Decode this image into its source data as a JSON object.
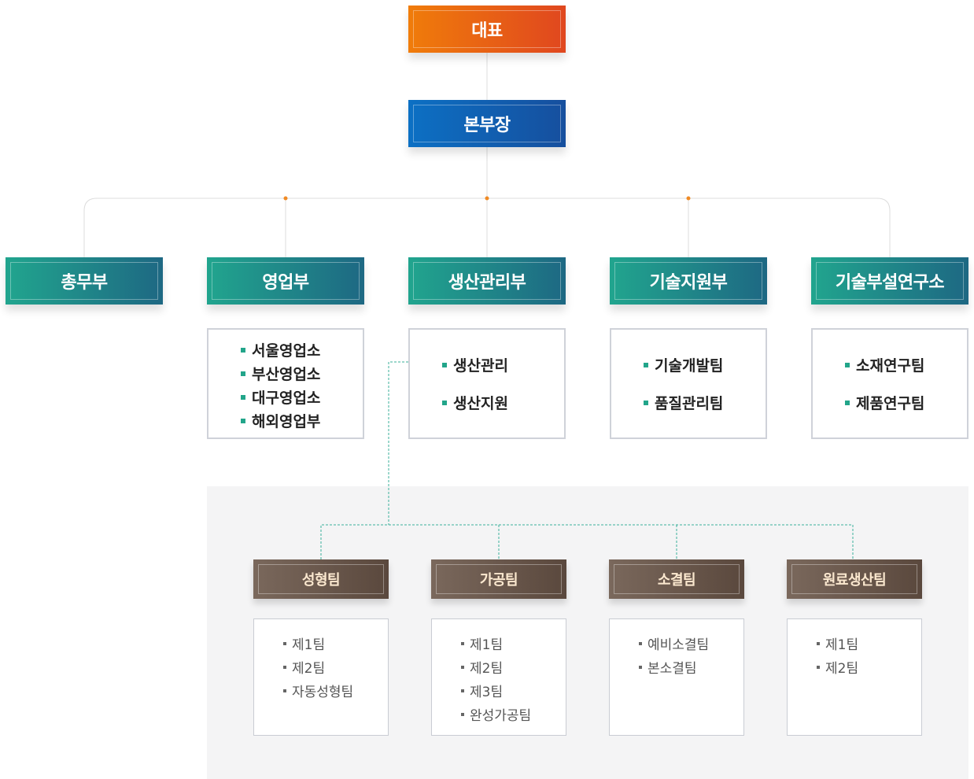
{
  "ceo": "대표",
  "hq": "본부장",
  "departments": [
    {
      "label": "총무부",
      "items": []
    },
    {
      "label": "영업부",
      "items": [
        "서울영업소",
        "부산영업소",
        "대구영업소",
        "해외영업부"
      ]
    },
    {
      "label": "생산관리부",
      "items": [
        "생산관리",
        "생산지원"
      ]
    },
    {
      "label": "기술지원부",
      "items": [
        "기술개발팀",
        "품질관리팀"
      ]
    },
    {
      "label": "기술부설연구소",
      "items": [
        "소재연구팀",
        "제품연구팀"
      ]
    }
  ],
  "teams": [
    {
      "label": "성형팀",
      "items": [
        "제1팀",
        "제2팀",
        "자동성형팀"
      ]
    },
    {
      "label": "가공팀",
      "items": [
        "제1팀",
        "제2팀",
        "제3팀",
        "완성가공팀"
      ]
    },
    {
      "label": "소결팀",
      "items": [
        "예비소결팀",
        "본소결팀"
      ]
    },
    {
      "label": "원료생산팀",
      "items": [
        "제1팀",
        "제2팀"
      ]
    }
  ],
  "colors": {
    "ceo": "#e85a16",
    "hq": "#1160b4",
    "department": "#1f8a88",
    "team": "#6a584c",
    "bullet": "#22a58a",
    "junction_dot": "#f08a24",
    "connector": "#dddddd",
    "dashed_connector": "#3aaf9a"
  }
}
